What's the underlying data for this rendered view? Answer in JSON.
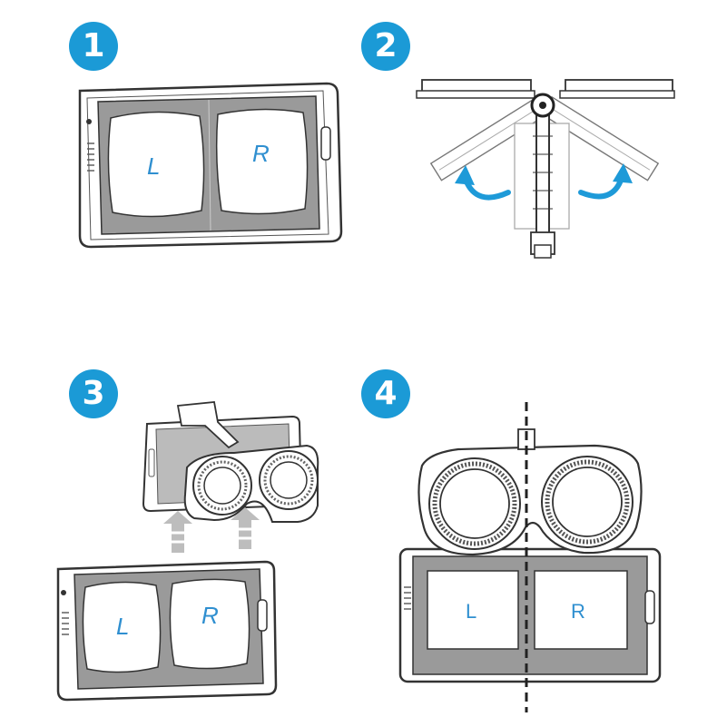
{
  "steps": [
    {
      "number": "1",
      "labels": {
        "left": "L",
        "right": "R"
      }
    },
    {
      "number": "2"
    },
    {
      "number": "3",
      "labels": {
        "left": "L",
        "right": "R"
      }
    },
    {
      "number": "4",
      "labels": {
        "left": "L",
        "right": "R"
      }
    }
  ],
  "colors": {
    "badge": "#1b9ad6",
    "arrow": "#1e9ad8",
    "label": "#2f8fd0",
    "outline": "#333333",
    "screen": "#9a9a9a"
  }
}
